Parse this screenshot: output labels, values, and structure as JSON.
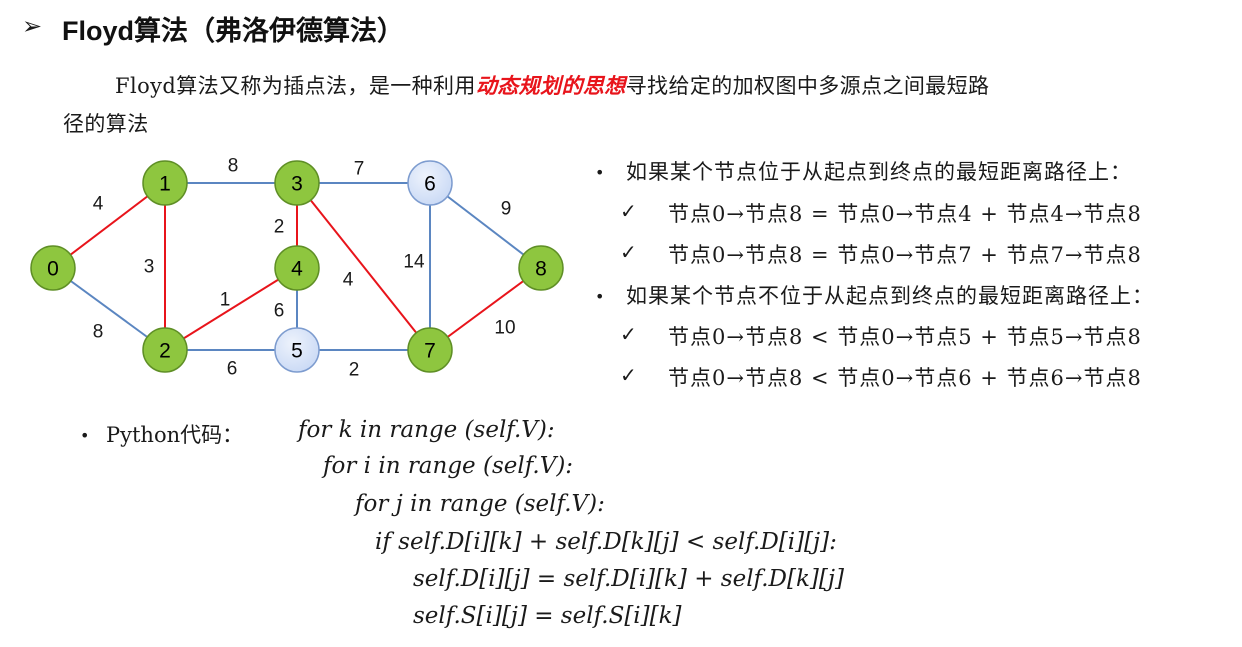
{
  "title": {
    "bullet": "➢",
    "text": "Floyd算法（弗洛伊德算法）"
  },
  "intro": {
    "part1": "Floyd算法又称为插点法，是一种利用",
    "highlight": "动态规划的思想",
    "part2": "寻找给定的加权图中多源点之间最短路",
    "line2": "径的算法",
    "highlight_color": "#e8141b"
  },
  "graph": {
    "node_colors": {
      "green": "#8ec63f",
      "blue": "#c9d9f5",
      "stroke_green": "#5f8f26",
      "stroke_blue": "#7d9ccf"
    },
    "edge_colors": {
      "blue": "#5b86c1",
      "red": "#e8141b"
    },
    "nodes": [
      {
        "id": "0",
        "color": "green"
      },
      {
        "id": "1",
        "color": "green"
      },
      {
        "id": "2",
        "color": "green"
      },
      {
        "id": "3",
        "color": "green"
      },
      {
        "id": "4",
        "color": "green"
      },
      {
        "id": "5",
        "color": "blue"
      },
      {
        "id": "6",
        "color": "blue"
      },
      {
        "id": "7",
        "color": "green"
      },
      {
        "id": "8",
        "color": "green"
      }
    ],
    "edges": [
      {
        "from": "0",
        "to": "1",
        "weight": "4",
        "color": "red"
      },
      {
        "from": "0",
        "to": "2",
        "weight": "8",
        "color": "blue"
      },
      {
        "from": "1",
        "to": "2",
        "weight": "3",
        "color": "red"
      },
      {
        "from": "1",
        "to": "3",
        "weight": "8",
        "color": "blue"
      },
      {
        "from": "2",
        "to": "4",
        "weight": "1",
        "color": "red"
      },
      {
        "from": "2",
        "to": "5",
        "weight": "6",
        "color": "blue"
      },
      {
        "from": "3",
        "to": "4",
        "weight": "2",
        "color": "red"
      },
      {
        "from": "3",
        "to": "6",
        "weight": "7",
        "color": "blue"
      },
      {
        "from": "3",
        "to": "7",
        "weight": "4",
        "color": "red"
      },
      {
        "from": "4",
        "to": "5",
        "weight": "6",
        "color": "blue"
      },
      {
        "from": "5",
        "to": "7",
        "weight": "2",
        "color": "blue"
      },
      {
        "from": "6",
        "to": "7",
        "weight": "14",
        "color": "blue"
      },
      {
        "from": "6",
        "to": "8",
        "weight": "9",
        "color": "blue"
      },
      {
        "from": "7",
        "to": "8",
        "weight": "10",
        "color": "red"
      }
    ]
  },
  "conditions": [
    {
      "bullet": "•",
      "text": "如果某个节点位于从起点到终点的最短距离路径上：",
      "items": [
        {
          "check": "✓",
          "text": "节点0→节点8 = 节点0→节点4 + 节点4→节点8"
        },
        {
          "check": "✓",
          "text": "节点0→节点8 = 节点0→节点7 + 节点7→节点8"
        }
      ]
    },
    {
      "bullet": "•",
      "text": "如果某个节点不位于从起点到终点的最短距离路径上：",
      "items": [
        {
          "check": "✓",
          "text": "节点0→节点8 < 节点0→节点5 + 节点5→节点8"
        },
        {
          "check": "✓",
          "text": "节点0→节点8 < 节点0→节点6 + 节点6→节点8"
        }
      ]
    }
  ],
  "python": {
    "bullet": "•",
    "label": "Python代码：",
    "lines": [
      "for k in range (self.V):",
      "for i in range (self.V):",
      "for j in range (self.V):",
      "if  self.D[i][k] + self.D[k][j] < self.D[i][j]:",
      "self.D[i][j] = self.D[i][k] + self.D[k][j]",
      "self.S[i][j] =  self.S[i][k]"
    ]
  }
}
